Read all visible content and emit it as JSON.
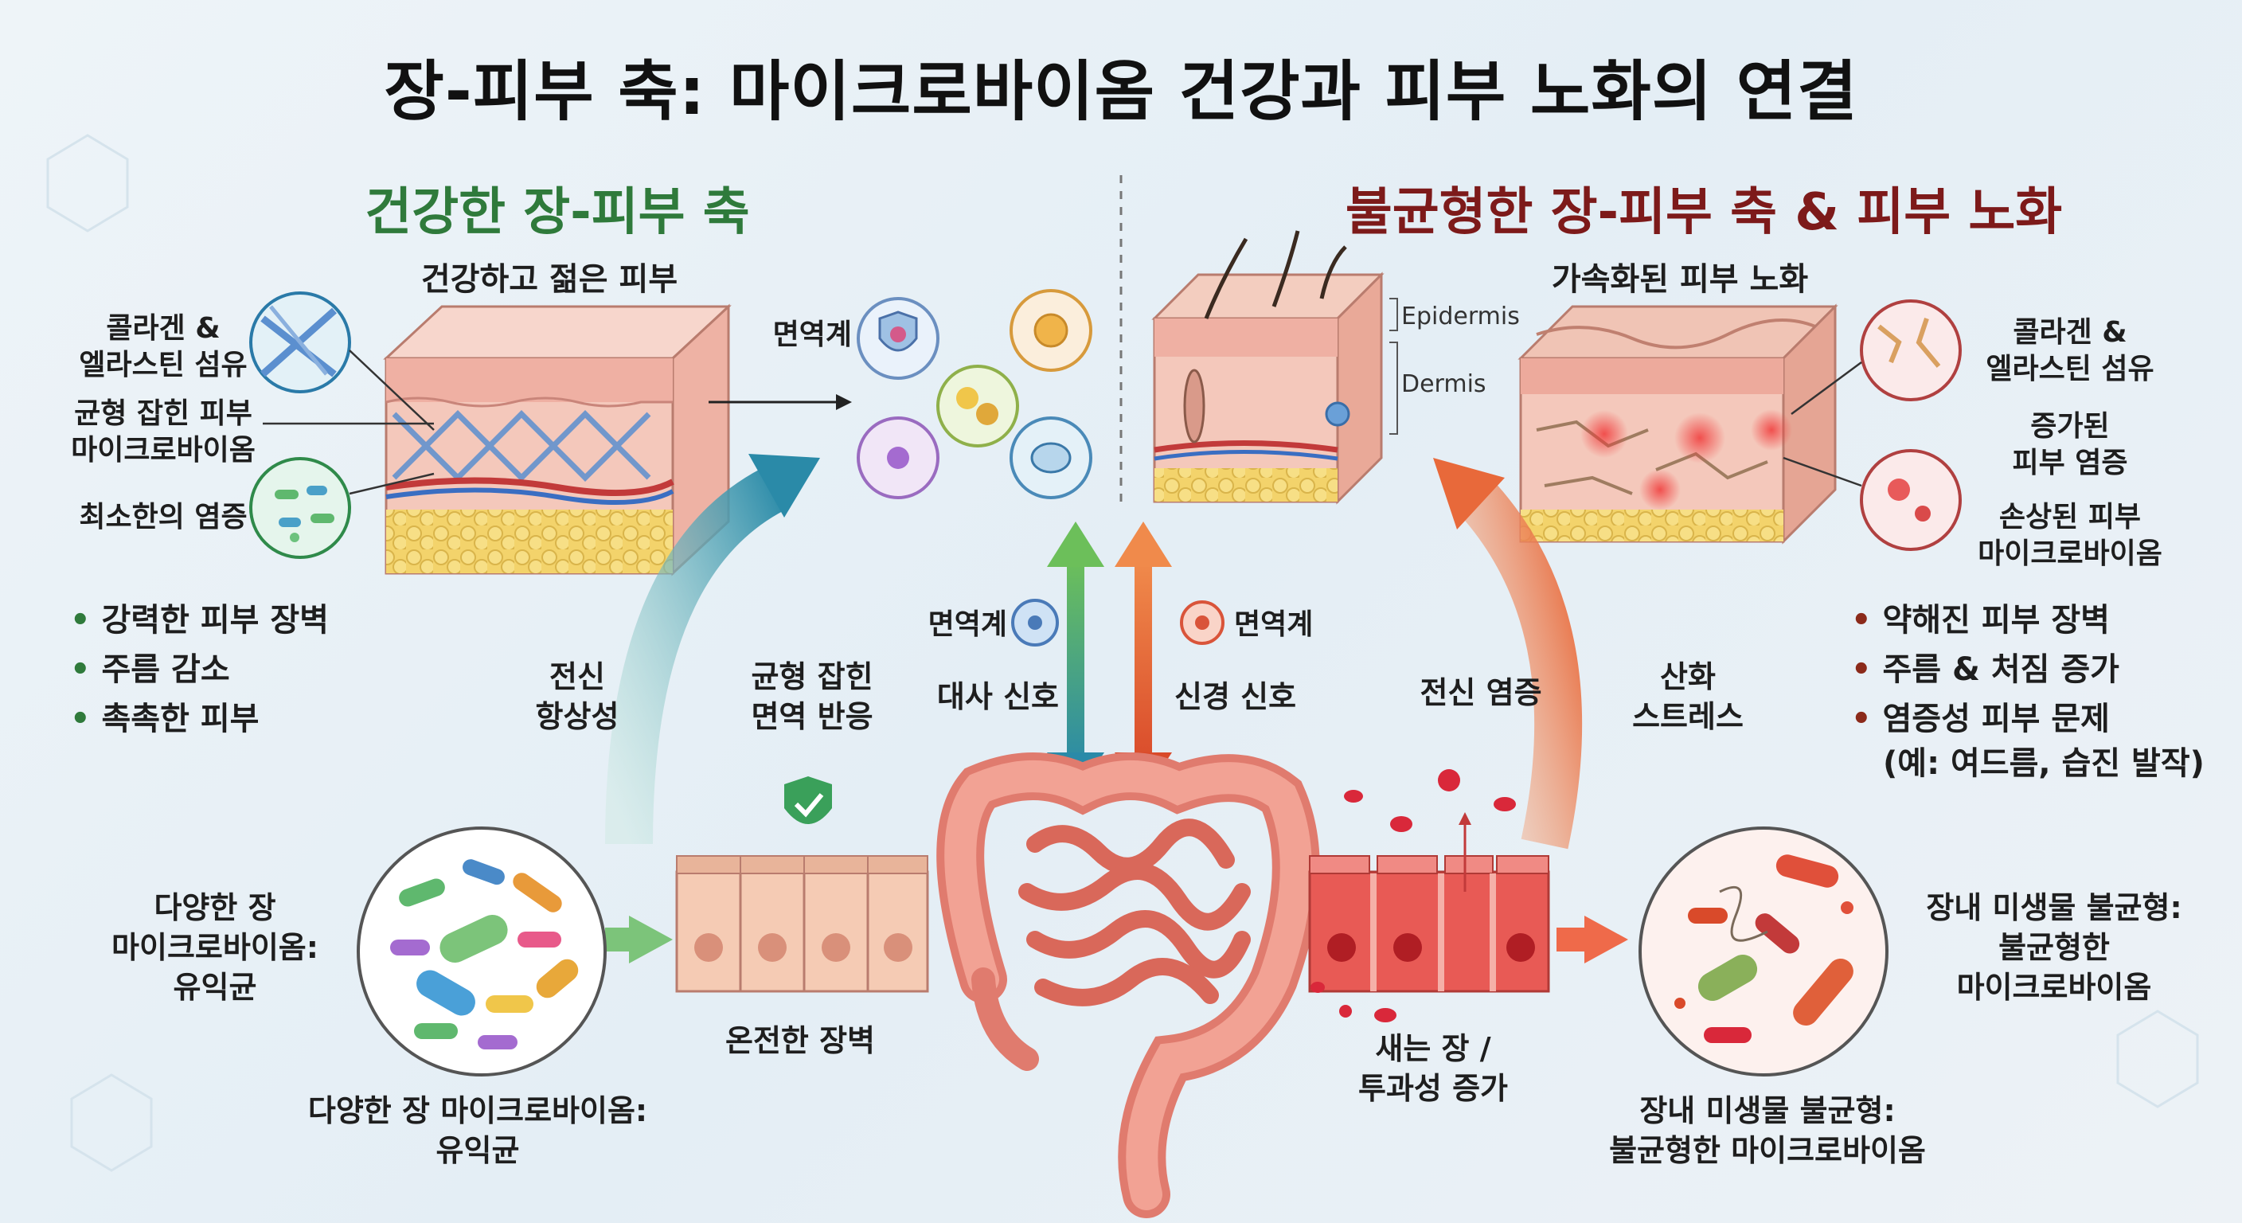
{
  "title": "장-피부 축: 마이크로바이옴 건강과 피부 노화의 연결",
  "healthy": {
    "heading": "건강한 장-피부 축",
    "skin_title": "건강하고 젊은 피부",
    "labels": {
      "collagen": [
        "콜라겐 &",
        "엘라스틴 섬유"
      ],
      "microbiome": [
        "균형 잡힌 피부",
        "마이크로바이옴"
      ],
      "inflammation": "최소한의 염증"
    },
    "bullets": [
      "강력한 피부 장벽",
      "주름 감소",
      "촉촉한 피부"
    ],
    "immune_label": "면역계",
    "homeostasis": [
      "전신",
      "항상성"
    ],
    "immune_response": [
      "균형 잡힌",
      "면역 반응"
    ],
    "gut_microbiome_side": [
      "다양한 장",
      "마이크로바이옴:",
      "유익균"
    ],
    "gut_microbiome_bottom": [
      "다양한 장 마이크로바이옴:",
      "유익균"
    ],
    "gut_wall": "온전한 장벽"
  },
  "unbalanced": {
    "heading": "불균형한 장-피부 축 & 피부 노화",
    "skin_title": "가속화된 피부 노화",
    "epidermis": "Epidermis",
    "dermis": "Dermis",
    "labels": {
      "collagen": [
        "콜라겐 &",
        "엘라스틴 섬유"
      ],
      "inflammation": [
        "증가된",
        "피부 염증"
      ],
      "microbiome": [
        "손상된 피부",
        "마이크로바이옴"
      ]
    },
    "bullets": [
      "약해진 피부 장벽",
      "주름 & 처짐 증가",
      "염증성 피부 문제",
      "(예: 여드름, 습진 발작)"
    ],
    "systemic_inflammation": "전신 염증",
    "oxidative_stress": [
      "산화",
      "스트레스"
    ],
    "leaky_gut": [
      "새는 장 /",
      "투과성 증가"
    ],
    "dysbiosis_side": [
      "장내 미생물 불균형:",
      "불균형한",
      "마이크로바이옴"
    ],
    "dysbiosis_bottom": [
      "장내 미생물 불균형:",
      "불균형한 마이크로바이옴"
    ]
  },
  "center": {
    "immune_left": "면역계",
    "immune_right": "면역계",
    "metabolic": "대사 신호",
    "neural": "신경 신호"
  },
  "colors": {
    "green": "#2f7a3b",
    "red": "#7d1a1a",
    "teal_arrow": "#2a8aa8",
    "orange_arrow": "#e8693a"
  }
}
